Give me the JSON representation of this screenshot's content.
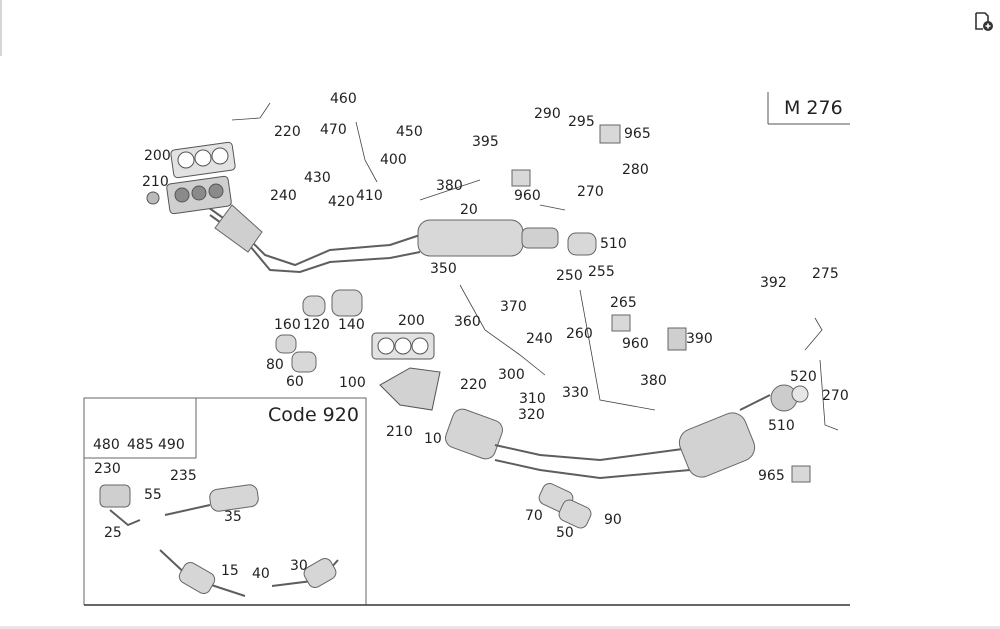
{
  "toolbar": {
    "add_note_icon": "note-add-icon"
  },
  "diagram": {
    "model": "M 276",
    "inset_title": "Code 920",
    "part_labels": [
      "460",
      "220",
      "470",
      "450",
      "200",
      "400",
      "430",
      "395",
      "290",
      "295",
      "965",
      "380",
      "280",
      "210",
      "240",
      "420",
      "410",
      "270",
      "960",
      "20",
      "510",
      "250",
      "255",
      "350",
      "392",
      "275",
      "265",
      "370",
      "360",
      "160",
      "120",
      "140",
      "240",
      "260",
      "960",
      "390",
      "200",
      "80",
      "300",
      "520",
      "60",
      "100",
      "220",
      "330",
      "380",
      "310",
      "270",
      "320",
      "210",
      "480",
      "485",
      "490",
      "510",
      "10",
      "230",
      "235",
      "55",
      "965",
      "35",
      "25",
      "70",
      "90",
      "50",
      "15",
      "40",
      "30"
    ]
  }
}
